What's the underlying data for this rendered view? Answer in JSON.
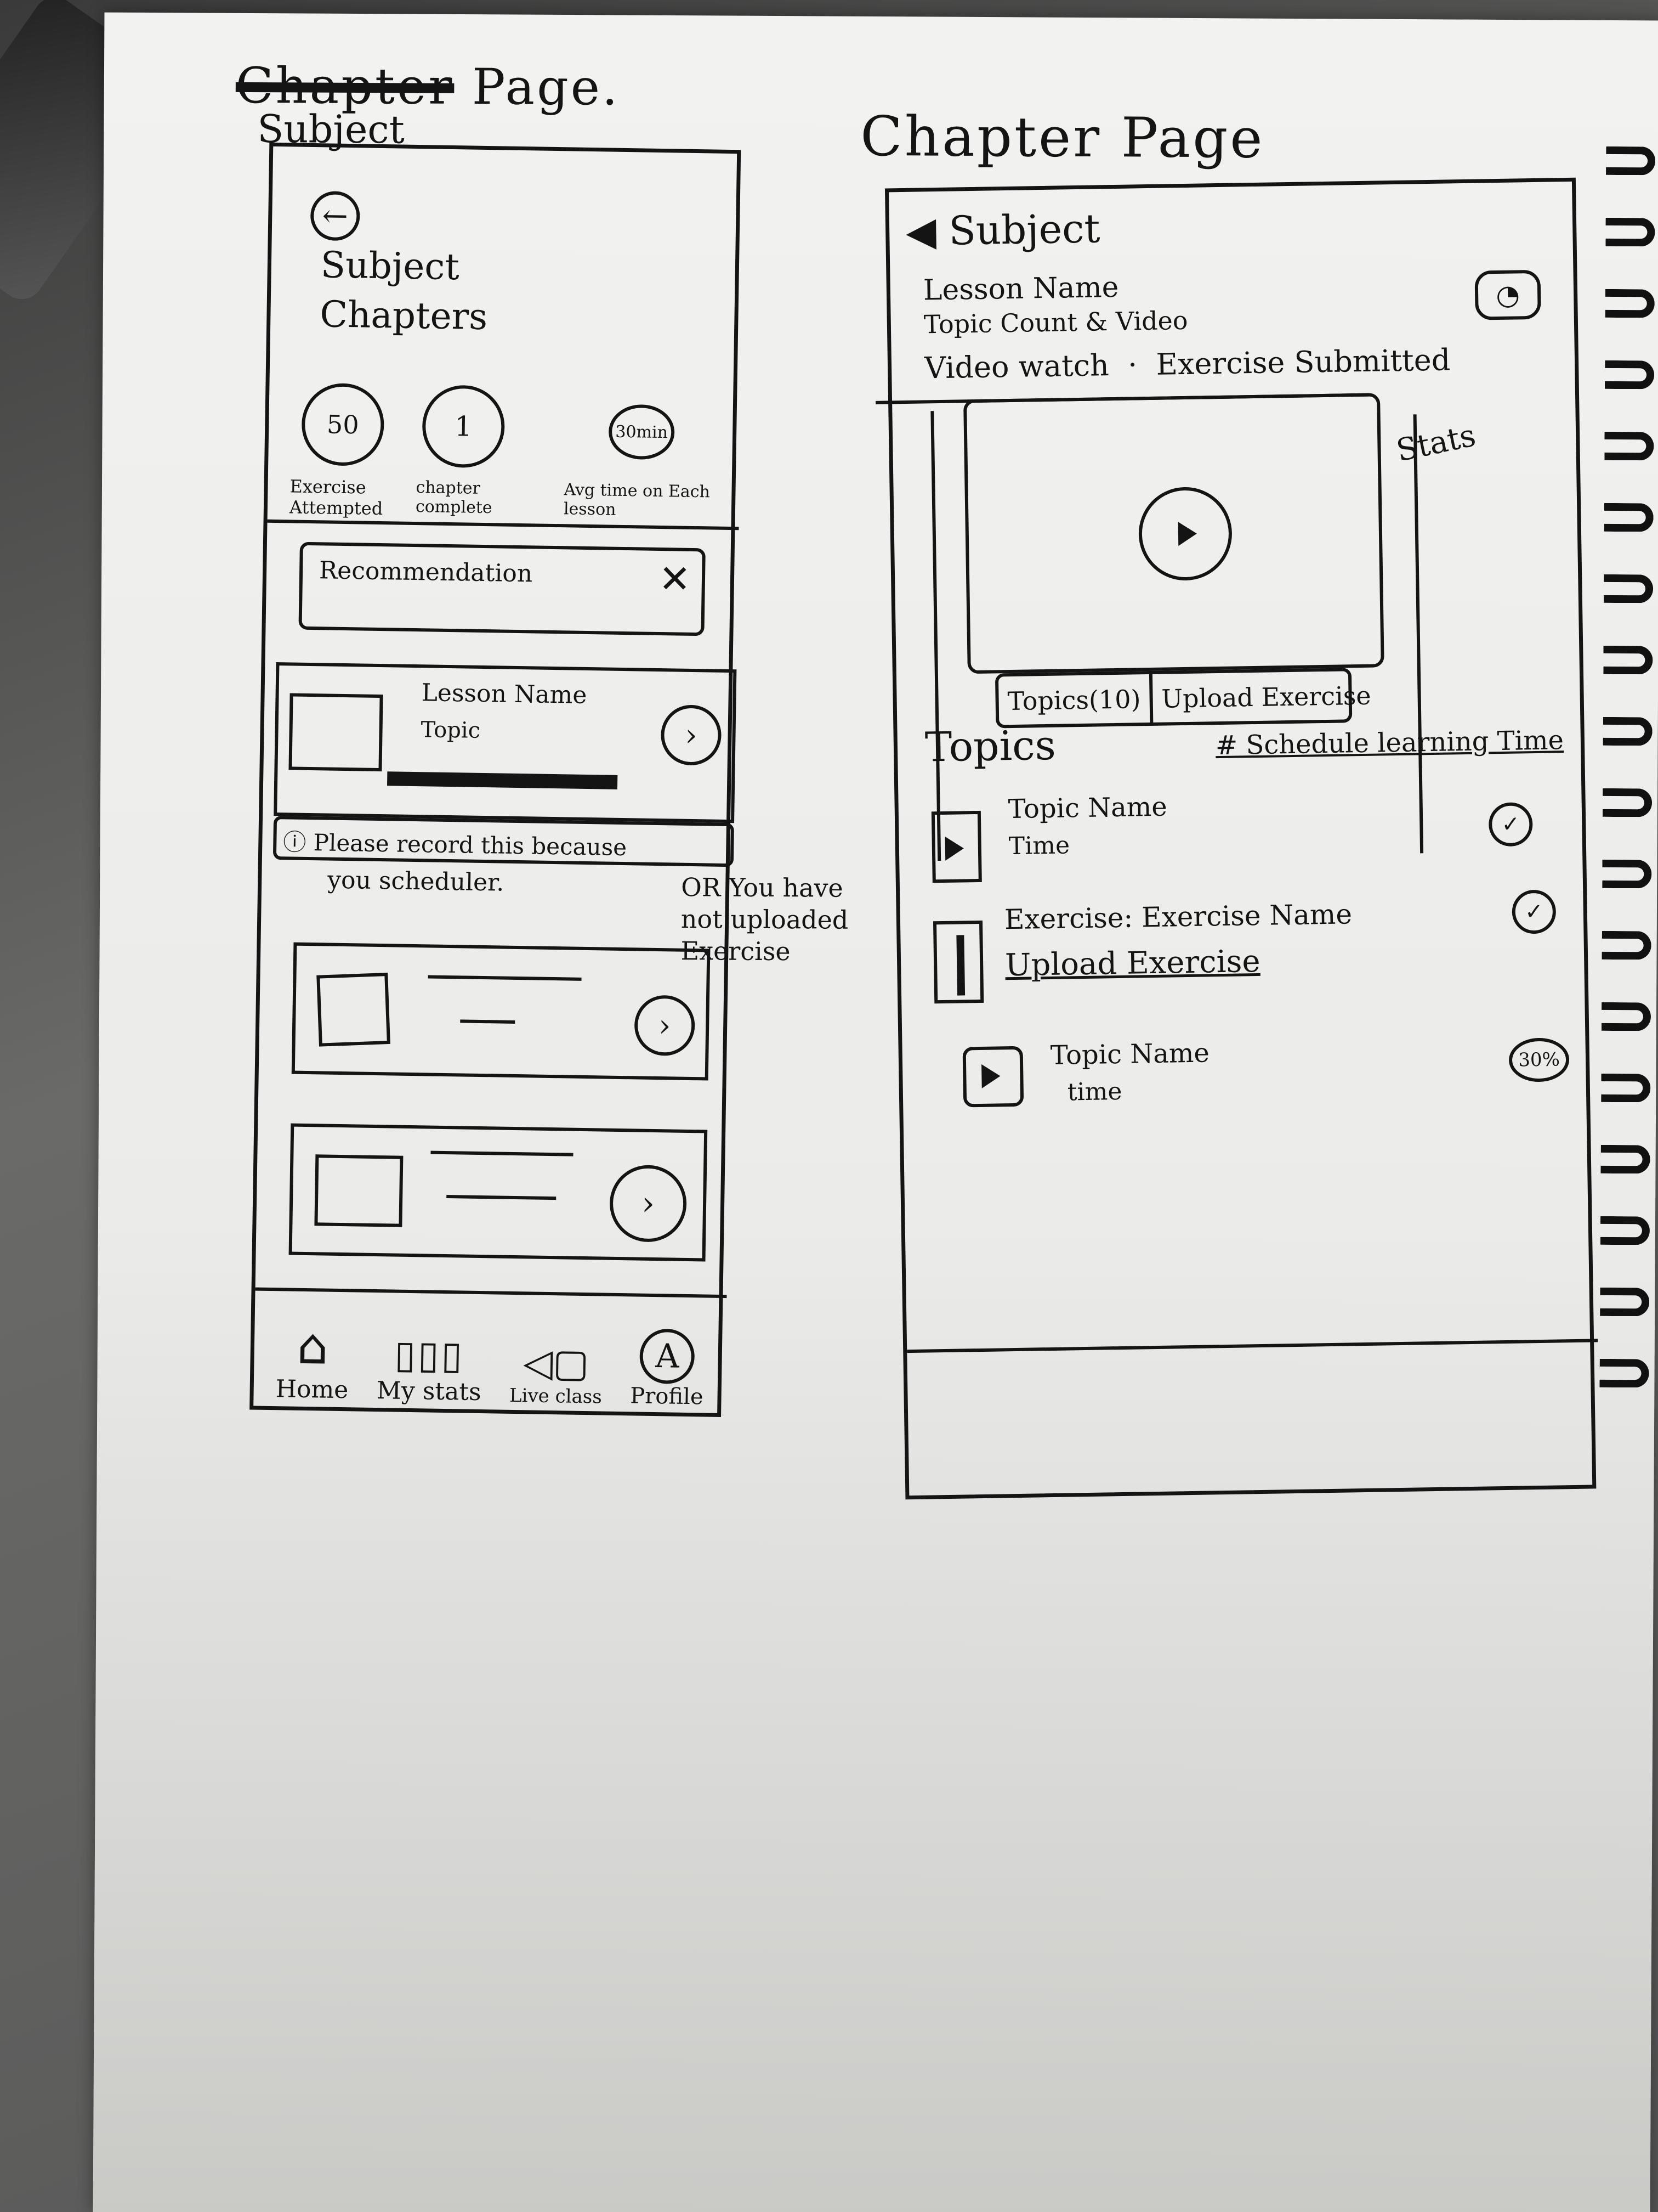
{
  "sheet": {
    "left_title_struck": "Chapter",
    "left_title": "Page.",
    "left_title_sub": "Subject",
    "right_title": "Chapter Page"
  },
  "left_screen": {
    "back_icon": "arrow-left-icon",
    "heading": "Subject Chapters",
    "stats": [
      {
        "value": "50",
        "label": "Exercise Attempted"
      },
      {
        "value": "1",
        "label": "chapter complete"
      },
      {
        "value": "30min",
        "label": "Avg time on Each lesson"
      }
    ],
    "recommend_label": "Recommendation",
    "close_icon": "close-icon",
    "lesson_card": {
      "title": "Lesson Name",
      "subtitle": "Topic",
      "warning": "Please record this because",
      "warning_line2": "you scheduler.",
      "note": "OR You have not uploaded Exercise"
    },
    "bottom_nav": [
      {
        "label": "Home",
        "icon": "home-icon"
      },
      {
        "label": "My stats",
        "icon": "bar-chart-icon"
      },
      {
        "label": "Live class",
        "icon": "video-icon"
      },
      {
        "label": "Profile",
        "icon": "profile-icon"
      }
    ]
  },
  "right_screen": {
    "back_label": "Subject",
    "lesson_name": "Lesson Name",
    "topic_count": "Topic Count & Video",
    "watch_line": "Video watch",
    "exercise_line": "Exercise Submitted",
    "stats_note": "Stats",
    "tabs": [
      {
        "label": "Topics(10)"
      },
      {
        "label": "Upload Exercise"
      }
    ],
    "schedule_label": "# Schedule learning Time",
    "topics_heading": "Topics",
    "topics": [
      {
        "title": "Topic Name",
        "sub": "Time",
        "status": "✓"
      },
      {
        "title": "Exercise: Exercise Name",
        "sub": "Upload Exercise",
        "status": "✓"
      },
      {
        "title": "Topic Name",
        "sub": "time",
        "status": "30%"
      }
    ]
  }
}
